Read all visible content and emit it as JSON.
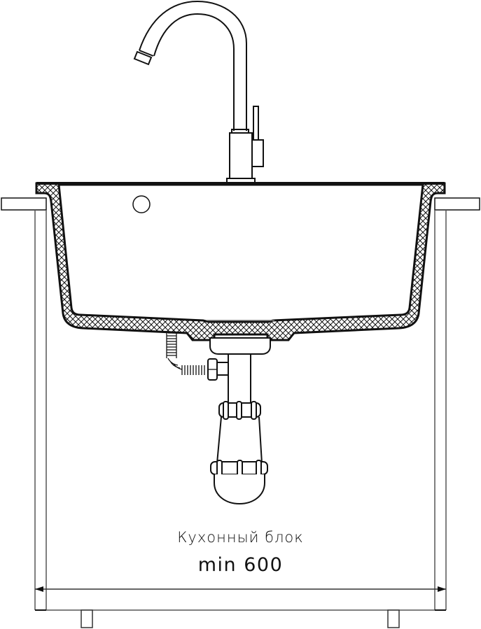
{
  "diagram": {
    "title": "Sink installation cross-section",
    "labels": {
      "cabinet": "Кухонный блок",
      "min_width": "min 600"
    },
    "colors": {
      "line": "#111111",
      "background": "#ffffff",
      "cabinet_line": "#555555"
    },
    "components": [
      "faucet",
      "faucet-lever",
      "sink-bowl",
      "overflow-hole",
      "countertop-left",
      "countertop-right",
      "cabinet-wall-left",
      "cabinet-wall-right",
      "drain-strainer",
      "overflow-hose",
      "siphon-trap",
      "dimension-line",
      "cabinet-leg-left",
      "cabinet-leg-right"
    ]
  }
}
